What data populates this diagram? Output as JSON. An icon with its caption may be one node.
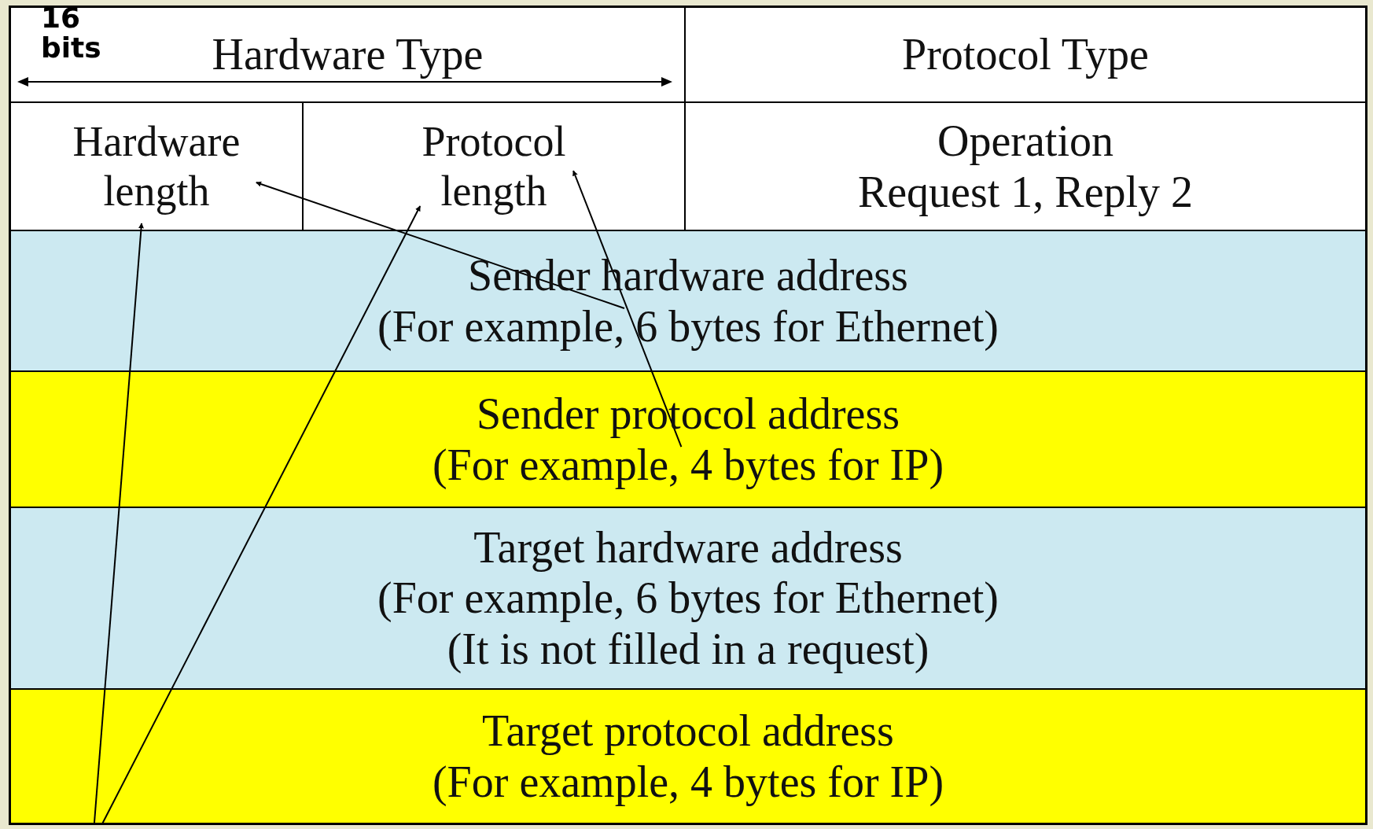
{
  "diagram": {
    "nodes": [
      {
        "text": [
          "Hardware Type"
        ]
      },
      {
        "text": [
          "Protocol Type"
        ]
      },
      {
        "text": [
          "Hardware length"
        ]
      },
      {
        "text": [
          "Protocol length"
        ]
      },
      {
        "text": [
          "Operation",
          "Request 1, Reply 2"
        ]
      },
      {
        "text": [
          "Sender hardware address",
          "(For example, 6 bytes for Ethernet)"
        ]
      },
      {
        "text": [
          "Sender protocol address",
          "(For example, 4 bytes for IP)"
        ]
      },
      {
        "text": [
          "Target hardware address",
          "(For example, 6 bytes for Ethernet)",
          "(It is not filled in a request)"
        ]
      },
      {
        "text": [
          "Target protocol address",
          "(For example, 4 bytes for IP)"
        ]
      }
    ],
    "edges": [
      {
        "from": 5,
        "to": 2,
        "arrow": "to"
      },
      {
        "from": 6,
        "to": 3,
        "arrow": "to"
      },
      {
        "from": 8,
        "to": 2,
        "arrow": "to"
      },
      {
        "from": 8,
        "to": 3,
        "arrow": "to"
      }
    ],
    "labels": [
      "16 bits"
    ]
  }
}
